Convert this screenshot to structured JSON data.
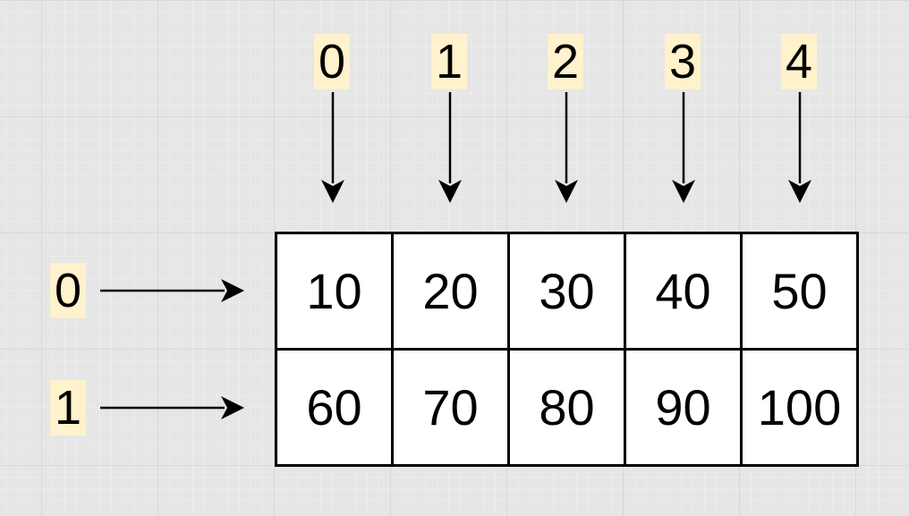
{
  "colors": {
    "background": "#e6e6e6",
    "grid_minor": "#ececec",
    "grid_major": "#d7d7d7",
    "label_highlight": "#fff2cc",
    "cell_fill": "#ffffff",
    "stroke": "#000000"
  },
  "column_indices": [
    "0",
    "1",
    "2",
    "3",
    "4"
  ],
  "row_indices": [
    "0",
    "1"
  ],
  "matrix": [
    [
      "10",
      "20",
      "30",
      "40",
      "50"
    ],
    [
      "60",
      "70",
      "80",
      "90",
      "100"
    ]
  ]
}
